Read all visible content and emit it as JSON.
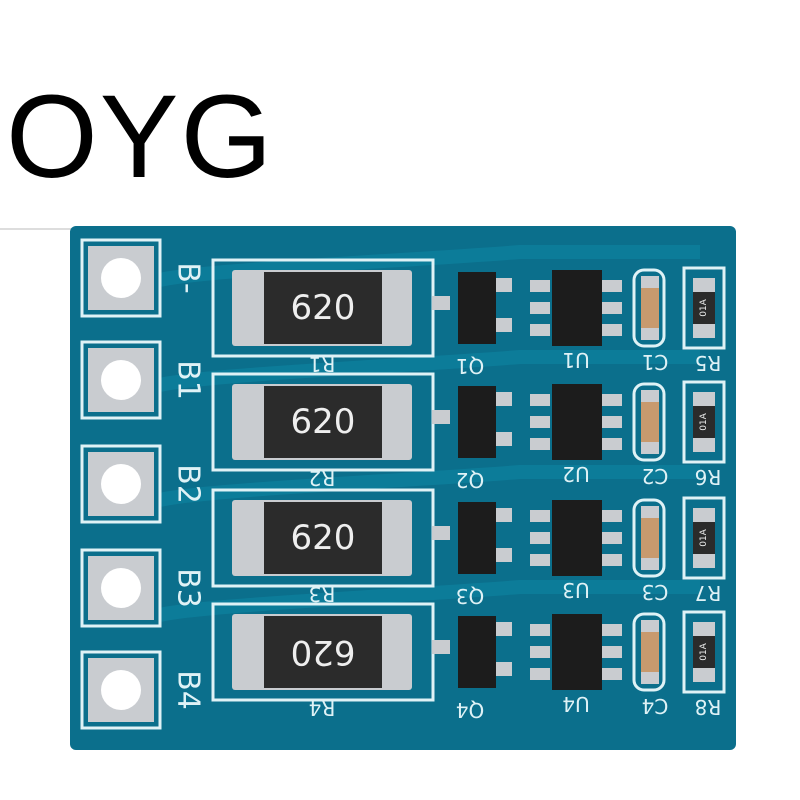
{
  "logo_text": "OYG",
  "colors": {
    "board": "#0b6f8c",
    "trace": "#0d809c",
    "silkscreen": "#dff2f6",
    "pad": "#c9ccd0",
    "resistor_body": "#2b2b2b",
    "capacitor_body": "#c79a6e"
  },
  "pins": [
    "B-",
    "B1",
    "B2",
    "B3",
    "B4"
  ],
  "rows": [
    {
      "resistor": "R1",
      "value": "620",
      "transistor": "Q1",
      "ic": "U1",
      "capacitor": "C1",
      "small_resistor": "R5",
      "small_value": "01A"
    },
    {
      "resistor": "R2",
      "value": "620",
      "transistor": "Q2",
      "ic": "U2",
      "capacitor": "C2",
      "small_resistor": "R6",
      "small_value": "01A"
    },
    {
      "resistor": "R3",
      "value": "620",
      "transistor": "Q3",
      "ic": "U3",
      "capacitor": "C3",
      "small_resistor": "R7",
      "small_value": "01A"
    },
    {
      "resistor": "R4",
      "value": "620",
      "transistor": "Q4",
      "ic": "U4",
      "capacitor": "C4",
      "small_resistor": "R8",
      "small_value": "01A"
    }
  ]
}
